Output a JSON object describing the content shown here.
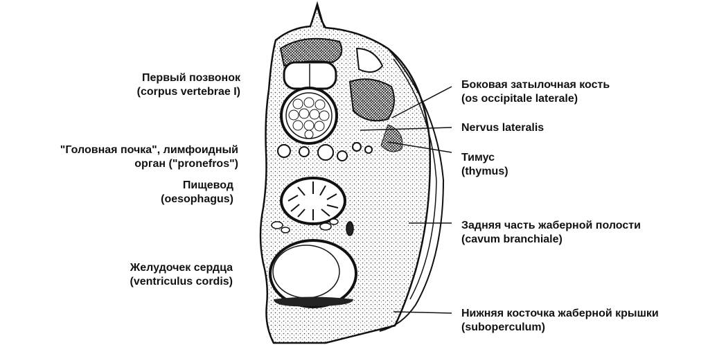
{
  "labels": {
    "vertebra": {
      "line1": "Первый позвонок",
      "line2": "(corpus vertebrae I)"
    },
    "head_kidney": {
      "line1": "\"Головная почка\", лимфоидный",
      "line2": "орган (\"pronefros\")"
    },
    "esophagus": {
      "line1": "Пищевод",
      "line2": "(oesophagus)"
    },
    "ventricle": {
      "line1": "Желудочек сердца",
      "line2": "(ventriculus cordis)"
    },
    "occipital": {
      "line1": "Боковая затылочная кость",
      "line2": "(os occipitale laterale)"
    },
    "nervus": {
      "line1": "Nervus lateralis"
    },
    "thymus": {
      "line1": "Тимус",
      "line2": "(thymus)"
    },
    "cavum": {
      "line1": "Задняя часть жаберной полости",
      "line2": "(cavum branchiale)"
    },
    "suboperculum": {
      "line1": "Нижняя косточка жаберной крышки",
      "line2": "(suboperculum)"
    }
  },
  "colors": {
    "ink": "#111111",
    "tissue": "#ffffff",
    "stipple": "#555555"
  }
}
